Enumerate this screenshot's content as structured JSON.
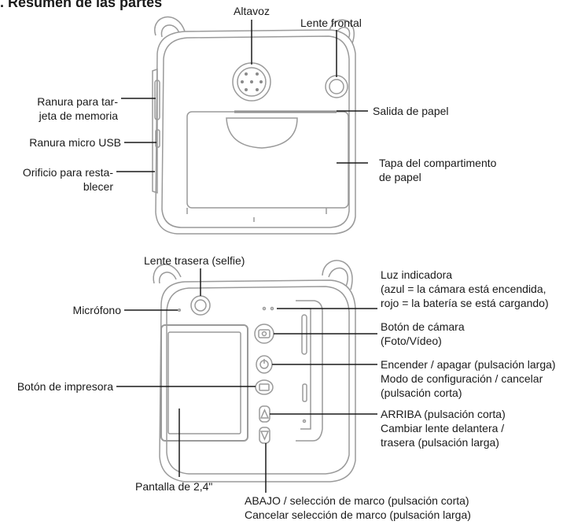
{
  "title": ". Resumen de las partes",
  "front": {
    "speaker": "Altavoz",
    "front_lens": "Lente frontal",
    "card_slot": [
      "Ranura para tar-",
      "jeta de memoria"
    ],
    "usb_slot": "Ranura micro USB",
    "reset_hole": [
      "Orificio para resta-",
      "blecer"
    ],
    "paper_out": "Salida de papel",
    "paper_cover": [
      "Tapa del compartimento",
      "de papel"
    ]
  },
  "back": {
    "rear_lens": "Lente trasera (selfie)",
    "indicator": [
      "Luz indicadora",
      "(azul = la cámara está encendida,",
      "rojo = la batería se está cargando)"
    ],
    "microphone": "Micrófono",
    "camera_button": [
      "Botón de cámara",
      "(Foto/Vídeo)"
    ],
    "power": [
      "Encender / apagar (pulsación larga)",
      "Modo de configuración / cancelar",
      "(pulsación corta)"
    ],
    "printer_button": "Botón de impresora",
    "up": [
      "ARRIBA (pulsación corta)",
      "Cambiar lente delantera /",
      "trasera (pulsación larga)"
    ],
    "screen": "Pantalla de 2,4\"",
    "down": [
      "ABAJO / selección de marco (pulsación corta)",
      "Cancelar selección de marco (pulsación larga)"
    ]
  }
}
